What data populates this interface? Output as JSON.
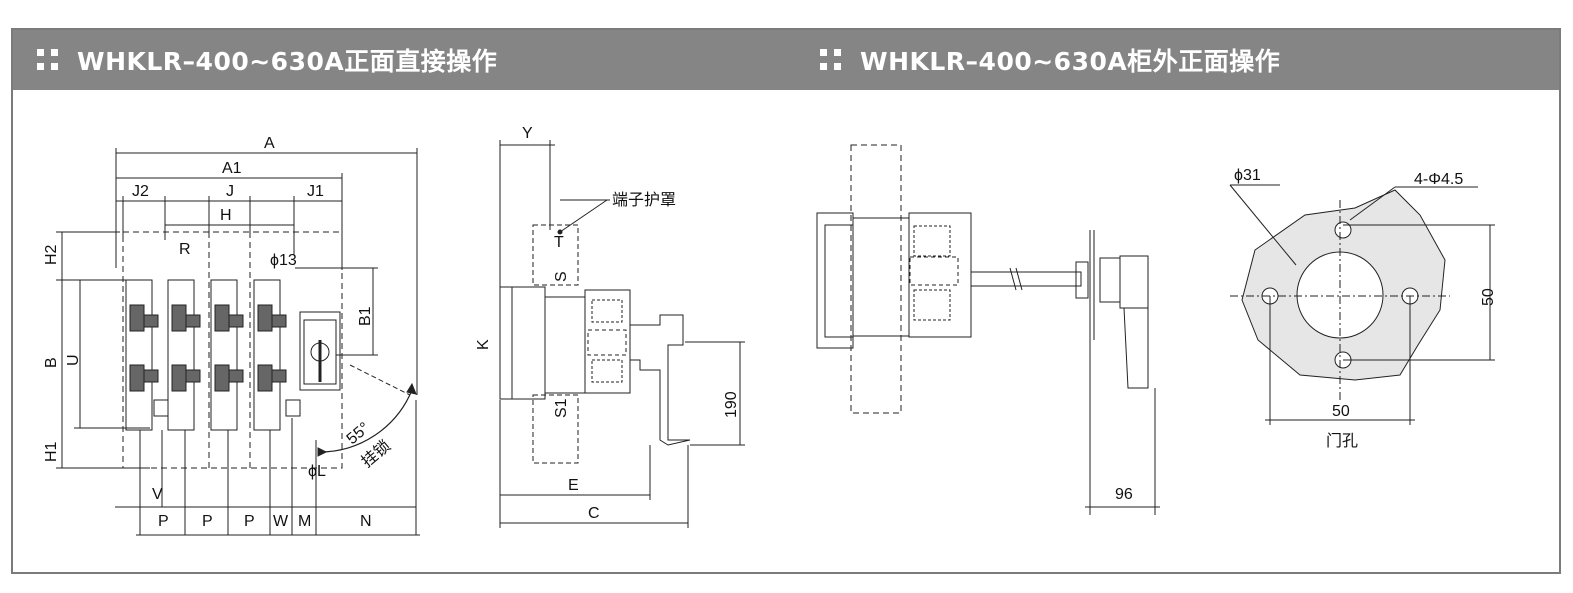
{
  "header": {
    "left_title": "WHKLR–400~630A正面直接操作",
    "right_title": "WHKLR–400~630A柜外正面操作"
  },
  "front_view": {
    "dim_A": "A",
    "dim_A1": "A1",
    "dim_J2": "J2",
    "dim_J": "J",
    "dim_J1": "J1",
    "dim_H": "H",
    "dim_H2": "H2",
    "dim_R": "R",
    "dim_phi13": "ϕ13",
    "dim_B": "B",
    "dim_U": "U",
    "dim_B1": "B1",
    "dim_H1": "H1",
    "dim_55": "55°",
    "lock_label": "挂锁",
    "dim_phiL": "ϕL",
    "dim_V": "V",
    "dim_P1": "P",
    "dim_P2": "P",
    "dim_P3": "P",
    "dim_W": "W",
    "dim_M": "M",
    "dim_N": "N"
  },
  "side_view": {
    "dim_Y": "Y",
    "terminal_cover": "端子护罩",
    "dim_T": "T",
    "dim_S": "S",
    "dim_K": "K",
    "dim_S1": "S1",
    "dim_190": "190",
    "dim_E": "E",
    "dim_C": "C"
  },
  "cabinet_view": {
    "dim_96": "96"
  },
  "door_hole": {
    "dim_phi31": "ϕ31",
    "dim_holes": "4-Φ4.5",
    "dim_50_vertical": "50",
    "dim_50_horizontal": "50",
    "caption": "门孔"
  }
}
